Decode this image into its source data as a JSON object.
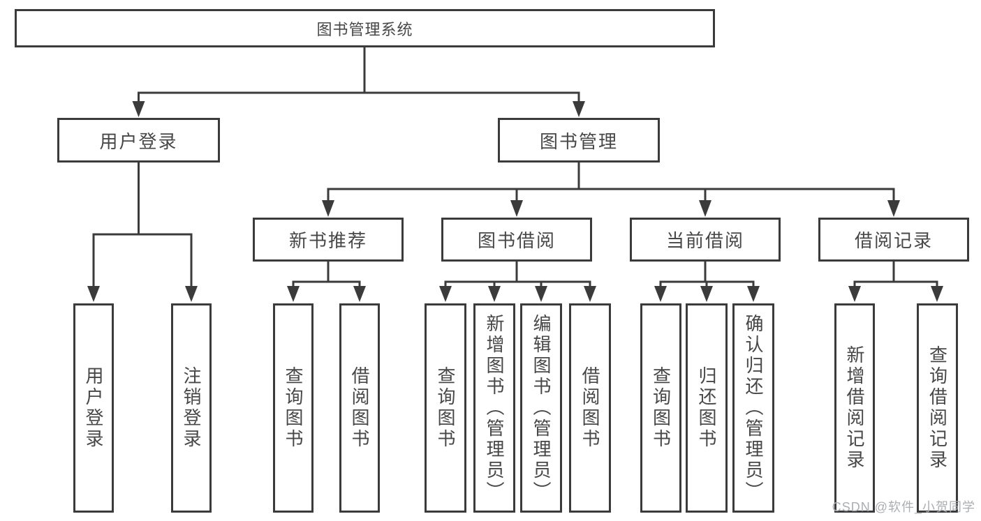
{
  "diagram": {
    "title_node": "图书管理系统",
    "colors": {
      "line": "#3b3b3b",
      "box_border": "#3b3b3b",
      "text": "#474747",
      "watermark": "#abaeb2",
      "background": "#ffffff"
    }
  },
  "root": {
    "label": "图书管理系统"
  },
  "level2": [
    {
      "label": "用户登录"
    },
    {
      "label": "图书管理"
    }
  ],
  "level3": [
    {
      "label": "新书推荐"
    },
    {
      "label": "图书借阅"
    },
    {
      "label": "当前借阅"
    },
    {
      "label": "借阅记录"
    }
  ],
  "leaves": [
    {
      "label": "用户登录",
      "parent": "用户登录"
    },
    {
      "label": "注销登录",
      "parent": "用户登录"
    },
    {
      "label": "查询图书",
      "parent": "新书推荐"
    },
    {
      "label": "借阅图书",
      "parent": "新书推荐"
    },
    {
      "label": "查询图书",
      "parent": "图书借阅"
    },
    {
      "label": "新增图书（管理员）",
      "parent": "图书借阅"
    },
    {
      "label": "编辑图书（管理员）",
      "parent": "图书借阅"
    },
    {
      "label": "借阅图书",
      "parent": "图书借阅"
    },
    {
      "label": "查询图书",
      "parent": "当前借阅"
    },
    {
      "label": "归还图书",
      "parent": "当前借阅"
    },
    {
      "label": "确认归还（管理员）",
      "parent": "当前借阅"
    },
    {
      "label": "新增借阅记录",
      "parent": "借阅记录"
    },
    {
      "label": "查询借阅记录",
      "parent": "借阅记录"
    }
  ],
  "watermark": {
    "text": "CSDN @软件_小贺同学"
  }
}
